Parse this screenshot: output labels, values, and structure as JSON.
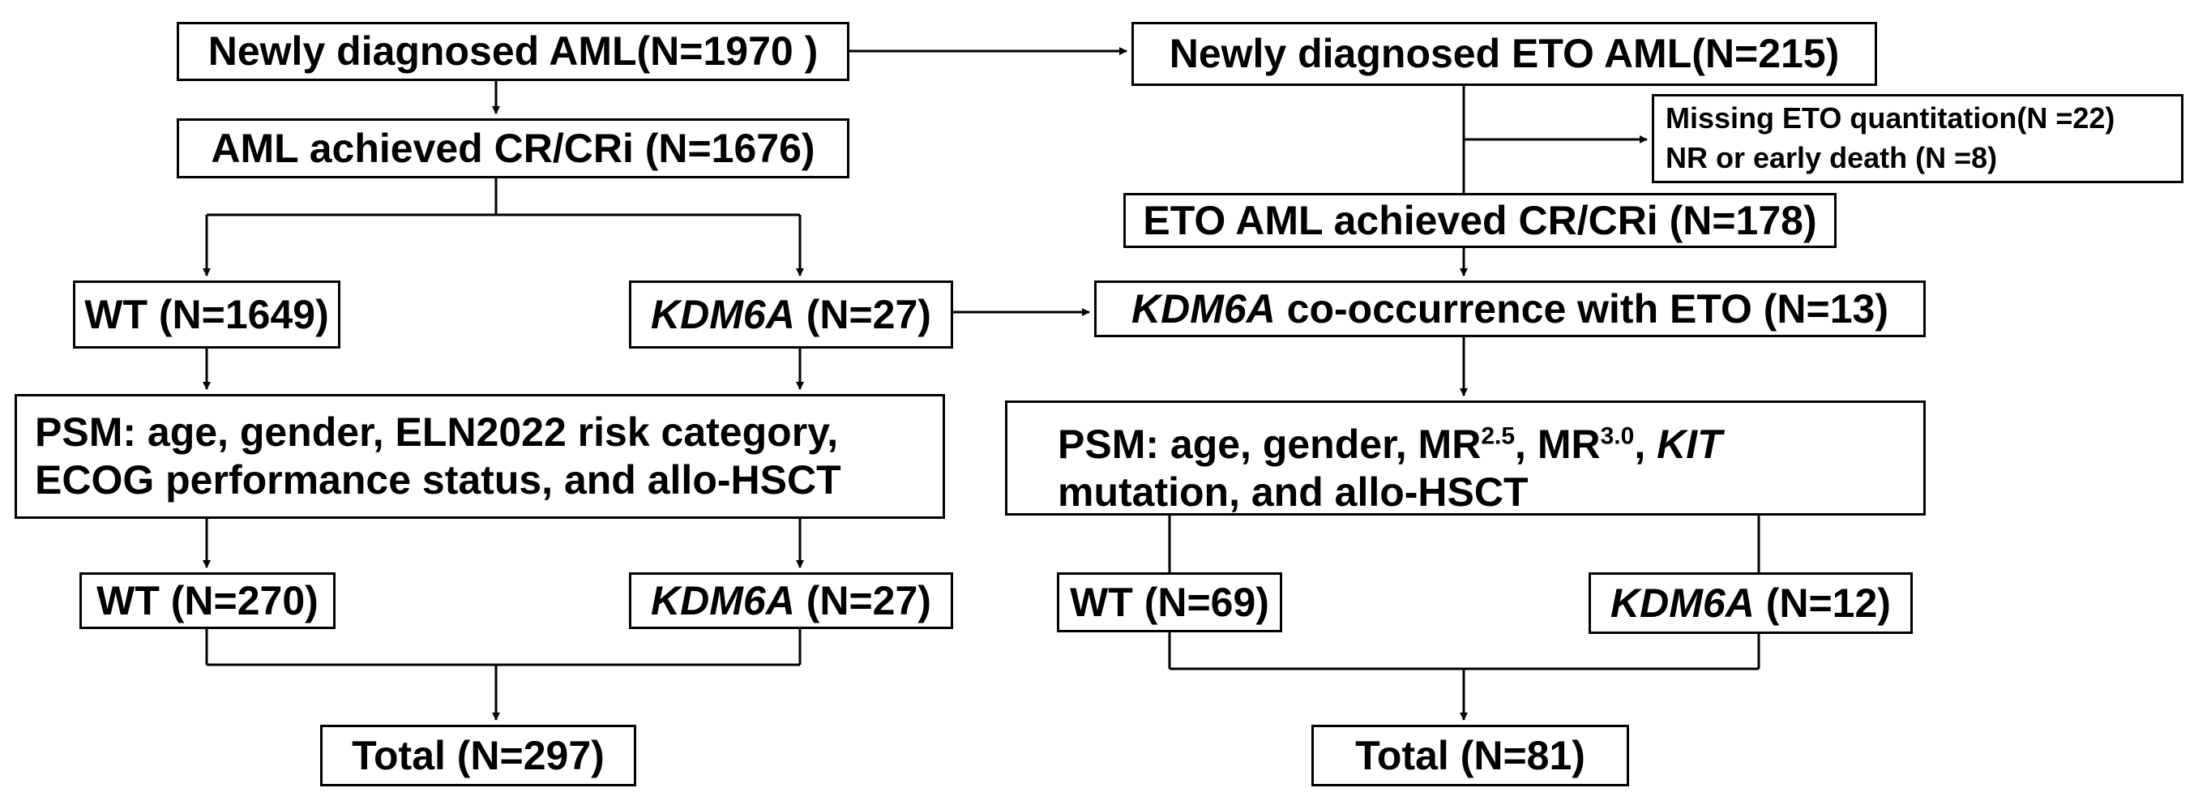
{
  "left": {
    "newly_diagnosed": "Newly diagnosed AML(N=1970 )",
    "achieved_cr": "AML achieved CR/CRi (N=1676)",
    "wt_pre": "WT (N=1649)",
    "kdm6a_pre_gene": "KDM6A",
    "kdm6a_pre_count": " (N=27)",
    "psm": "PSM: age, gender, ELN2022 risk category, ECOG performance status, and allo-HSCT",
    "wt_post": "WT (N=270)",
    "kdm6a_post_gene": "KDM6A",
    "kdm6a_post_count": " (N=27)",
    "total": "Total (N=297)"
  },
  "right": {
    "newly_diagnosed": "Newly diagnosed ETO AML(N=215)",
    "exclusion_1": "Missing ETO quantitation(N =22)",
    "exclusion_2": "NR or early death (N =8)",
    "achieved_cr": "ETO AML achieved CR/CRi (N=178)",
    "cooccur_gene": "KDM6A",
    "cooccur_text": " co-occurrence with ETO (N=13)",
    "psm": {
      "part1": "PSM: age, gender, MR",
      "sup1": "2.5",
      "part2": ", MR",
      "sup2": "3.0",
      "part3": ", ",
      "gene": "KIT",
      "part4": " mutation, and allo-HSCT"
    },
    "wt_post": "WT (N=69)",
    "kdm6a_post_gene": "KDM6A",
    "kdm6a_post_count": " (N=12)",
    "total": "Total (N=81)"
  },
  "colors": {
    "stroke": "#000000",
    "background": "#ffffff"
  }
}
